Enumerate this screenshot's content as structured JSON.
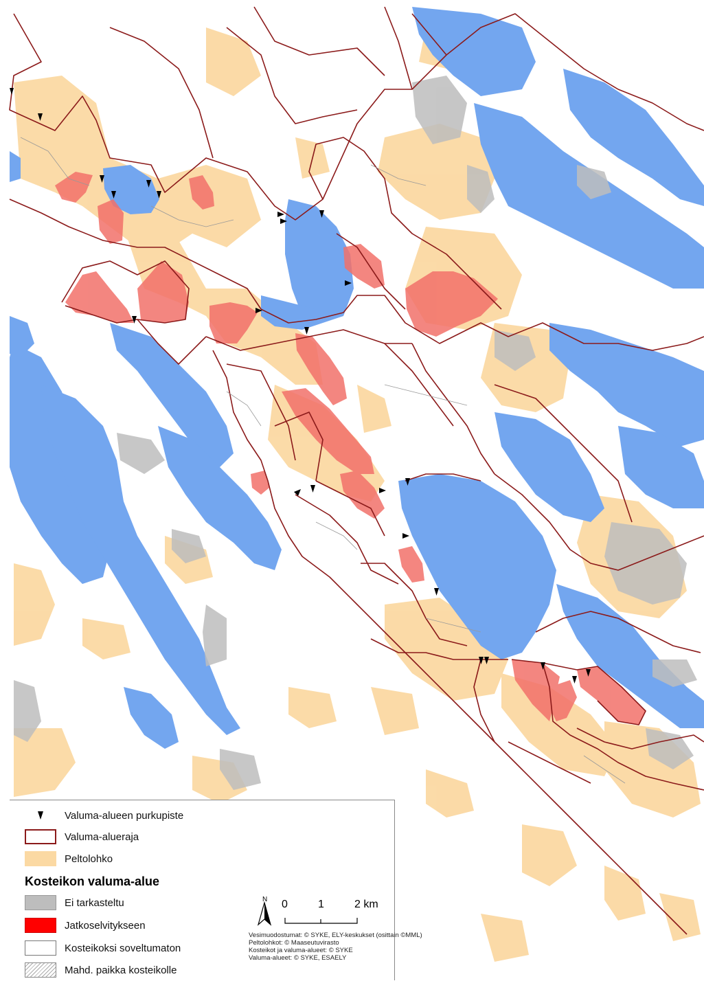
{
  "colors": {
    "water": "#73a6ef",
    "field": "#fbd9a3",
    "boundary": "#8b1a1a",
    "wetland_red": "#f2716a",
    "not_examined": "#bdbdbd",
    "background": "#ffffff"
  },
  "legend": {
    "outlet_label": "Valuma-alueen purkupiste",
    "boundary_label": "Valuma-alueraja",
    "field_label": "Peltolohko",
    "heading": "Kosteikon valuma-alue",
    "not_examined_label": "Ei tarkasteltu",
    "further_study_label": "Jatkoselvitykseen",
    "unsuitable_label": "Kosteikoksi soveltumaton",
    "possible_site_label": "Mahd. paikka kosteikolle"
  },
  "scale": {
    "north": "N",
    "tick_0": "0",
    "tick_1": "1",
    "tick_2": "2 km"
  },
  "credits": [
    "Vesimuodostumat: © SYKE, ELY-keskukset (osittain ©MML)",
    "Peltolohkot: © Maaseutuvirasto",
    "Kosteikot ja valuma-alueet: © SYKE",
    "Valuma-alueet: © SYKE, ESAELY"
  ]
}
